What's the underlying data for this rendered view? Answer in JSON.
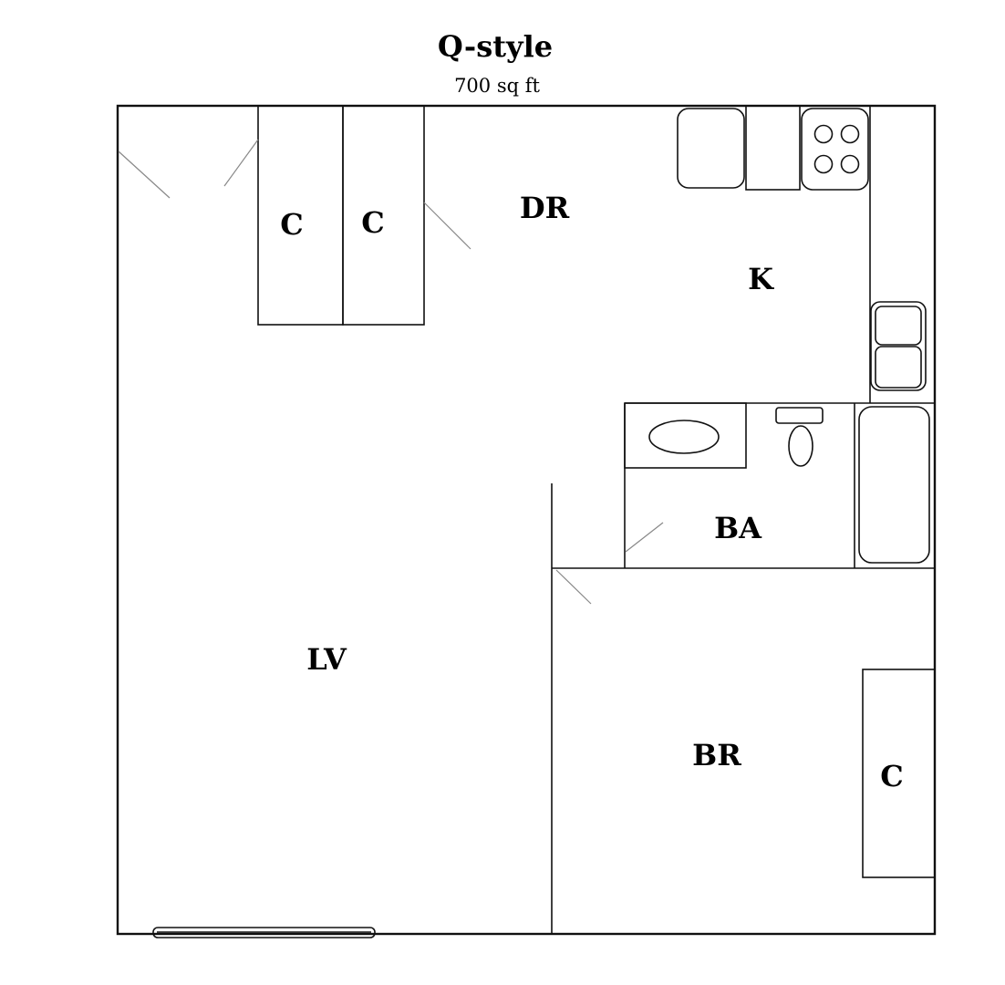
{
  "title": "Q-style",
  "subtitle": "700 sq ft",
  "rooms": {
    "closet_1": "C",
    "closet_2": "C",
    "dining": "DR",
    "kitchen": "K",
    "bath": "BA",
    "living": "LV",
    "bedroom": "BR",
    "closet_3": "C"
  }
}
